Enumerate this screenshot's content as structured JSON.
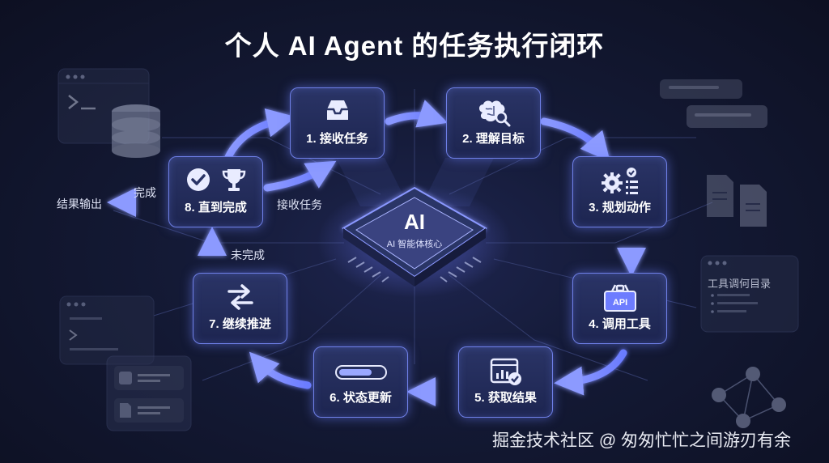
{
  "title": "个人 AI Agent 的任务执行闭环",
  "center": {
    "title": "AI",
    "subtitle": "AI 智能体核心"
  },
  "steps": [
    {
      "label": "1. 接收任务",
      "icon": "inbox-icon"
    },
    {
      "label": "2. 理解目标",
      "icon": "brain-search-icon"
    },
    {
      "label": "3. 规划动作",
      "icon": "gear-checklist-icon"
    },
    {
      "label": "4. 调用工具",
      "icon": "toolbox-api-icon"
    },
    {
      "label": "5. 获取结果",
      "icon": "chart-check-icon"
    },
    {
      "label": "6. 状态更新",
      "icon": "progress-bar-icon"
    },
    {
      "label": "7. 继续推进",
      "icon": "swap-arrows-icon"
    },
    {
      "label": "8. 直到完成",
      "icon": "check-trophy-icon"
    }
  ],
  "edges": {
    "done_label": "完成",
    "output_label": "结果输出",
    "accept_label": "接收任务",
    "not_done_label": "未完成"
  },
  "decor": {
    "tool_panel_title": "工具调何目录",
    "api_badge": "API"
  },
  "watermark": "掘金技术社区 @ 匆匆忙忙之间游刃有余",
  "colors": {
    "accent": "#6f80e8",
    "arrow": "#7d8cff",
    "background": "#0f1326"
  }
}
